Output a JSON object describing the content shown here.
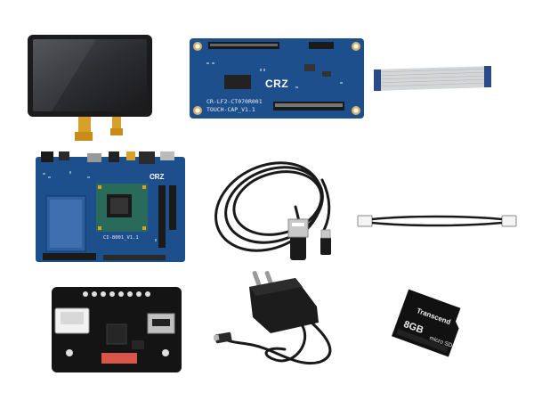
{
  "adapter_board": {
    "brand": "CRZ",
    "line1": "CR-LF2-CT070R001",
    "line2": "TOUCH-CAP_V1.1"
  },
  "main_board": {
    "brand": "CRZ",
    "model": "CI-8001_V1.1"
  },
  "sd_card": {
    "brand": "Transcend",
    "capacity": "8GB",
    "class": "micro SD"
  },
  "colors": {
    "pcb_blue": "#1d4f8c",
    "pcb_black": "#141414",
    "display_bezel": "#1b1b1c",
    "flex_orange": "#d6a02a"
  }
}
